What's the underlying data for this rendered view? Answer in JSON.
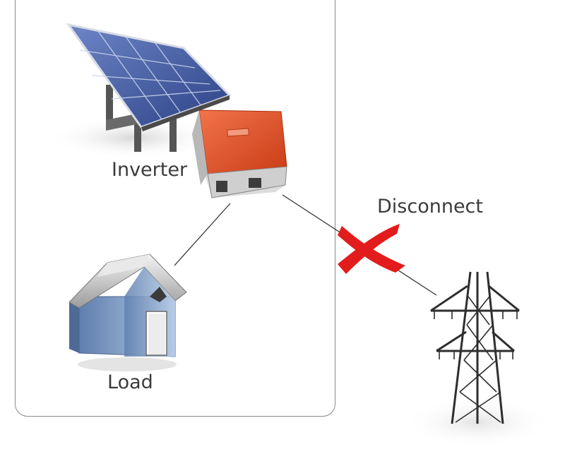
{
  "labels": {
    "inverter": "Inverter",
    "load": "Load",
    "disconnect": "Disconnect"
  },
  "icons": [
    "solar-panel-icon",
    "inverter-icon",
    "house-icon",
    "transmission-tower-icon",
    "disconnect-x-icon"
  ],
  "colors": {
    "inverter": "#e8512a",
    "disconnect_mark": "#e21c1c",
    "panel": "#3f5aa0",
    "house_wall": "#8fa9cc",
    "tower": "#2e2e2e",
    "frame": "#8a8a8a"
  }
}
